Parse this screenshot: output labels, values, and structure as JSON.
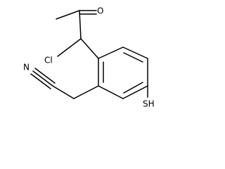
{
  "molecule": {
    "atoms": {
      "oxygen": "O",
      "chlorine": "Cl",
      "nitrogen": "N",
      "thiol": "SH"
    },
    "colors": {
      "bond": "#000000",
      "label": "#000000",
      "background": "#ffffff"
    }
  }
}
